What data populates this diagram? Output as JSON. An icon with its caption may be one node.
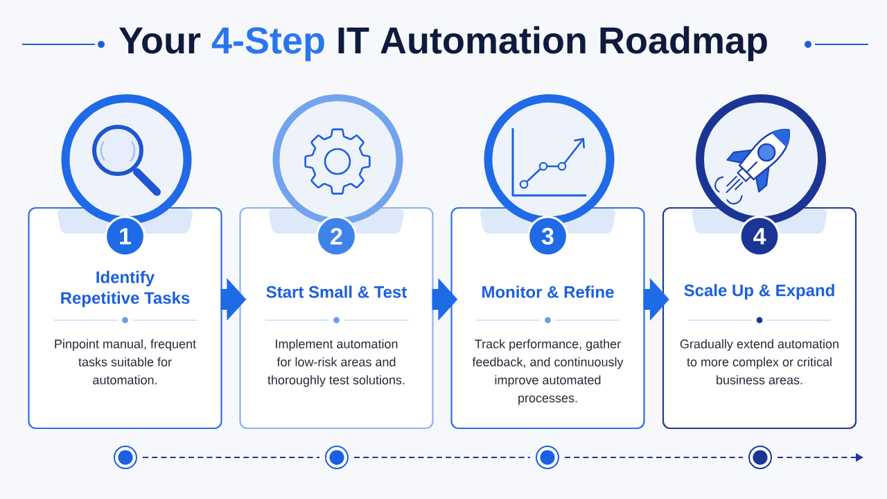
{
  "diagram": {
    "title": "Your **4-Step** IT Automation Roadmap",
    "nodes": [
      {
        "text": [
          "Identify Repetitive Tasks",
          "Pinpoint manual, frequent tasks suitable for automation."
        ]
      },
      {
        "text": [
          "1"
        ],
        "in": 0
      },
      {
        "text": [
          "Start Small & Test",
          "Implement automation for low-risk areas and thoroughly test solutions."
        ]
      },
      {
        "text": [
          "2"
        ],
        "in": 2
      },
      {
        "text": [
          "Monitor & Refine",
          "Track performance, gather feedback, and continuously improve automated processes."
        ]
      },
      {
        "text": [
          "3"
        ],
        "in": 4
      },
      {
        "text": [
          "Scale Up & Expand",
          "Gradually extend automation to more complex or critical business areas."
        ]
      },
      {
        "text": [
          "4"
        ],
        "in": 6
      },
      {
        "text": [],
        "shape": "circle"
      },
      {
        "text": [],
        "shape": "circle"
      },
      {
        "text": [],
        "shape": "circle"
      },
      {
        "text": [],
        "shape": "circle"
      }
    ],
    "edges": [
      {
        "from": 0,
        "to": 2,
        "arrow": "to",
        "style": "thick",
        "color": "#1f6ae6"
      },
      {
        "from": 2,
        "to": 4,
        "arrow": "to",
        "style": "thick",
        "color": "#1f6ae6"
      },
      {
        "from": 4,
        "to": 6,
        "arrow": "to",
        "style": "thick",
        "color": "#1f6ae6"
      },
      {
        "from": 8,
        "to": 9,
        "arrow": "none",
        "style": "dashed"
      },
      {
        "from": 9,
        "to": 10,
        "arrow": "none",
        "style": "dashed"
      },
      {
        "from": 10,
        "to": 11,
        "arrow": "none",
        "style": "dashed"
      },
      {
        "from": 11,
        "to": null,
        "arrow": "to",
        "style": "dashed"
      }
    ]
  }
}
